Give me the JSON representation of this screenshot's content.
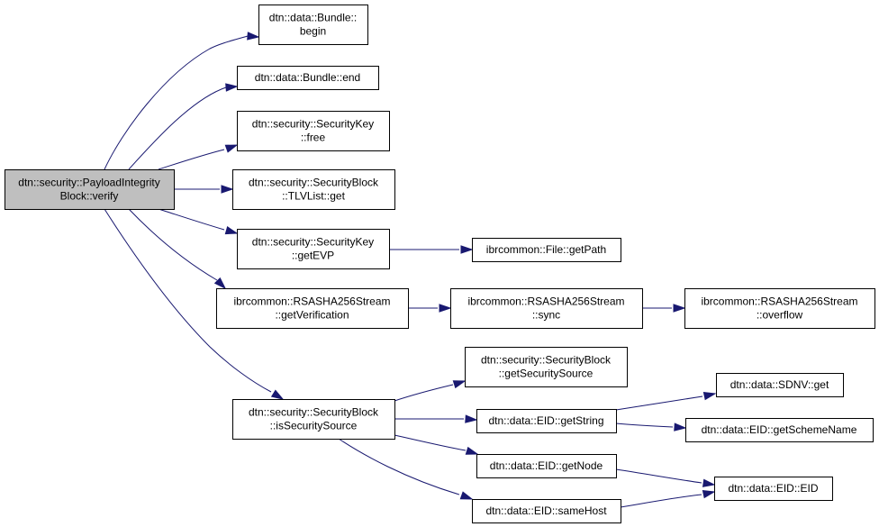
{
  "diagram": {
    "type": "call-graph",
    "colors": {
      "root_fill": "#bfbfbf",
      "node_fill": "#ffffff",
      "node_border": "#000000",
      "edge": "#191970"
    },
    "nodes": [
      {
        "id": "verify",
        "lines": [
          "dtn::security::PayloadIntegrity",
          "Block::verify"
        ],
        "root": true
      },
      {
        "id": "begin",
        "lines": [
          "dtn::data::Bundle::",
          "begin"
        ]
      },
      {
        "id": "end",
        "lines": [
          "dtn::data::Bundle::end"
        ]
      },
      {
        "id": "free",
        "lines": [
          "dtn::security::SecurityKey",
          "::free"
        ]
      },
      {
        "id": "tlvget",
        "lines": [
          "dtn::security::SecurityBlock",
          "::TLVList::get"
        ]
      },
      {
        "id": "getevp",
        "lines": [
          "dtn::security::SecurityKey",
          "::getEVP"
        ]
      },
      {
        "id": "getpath",
        "lines": [
          "ibrcommon::File::getPath"
        ]
      },
      {
        "id": "getverif",
        "lines": [
          "ibrcommon::RSASHA256Stream",
          "::getVerification"
        ]
      },
      {
        "id": "sync",
        "lines": [
          "ibrcommon::RSASHA256Stream",
          "::sync"
        ]
      },
      {
        "id": "overflow",
        "lines": [
          "ibrcommon::RSASHA256Stream",
          "::overflow"
        ]
      },
      {
        "id": "issecsrc",
        "lines": [
          "dtn::security::SecurityBlock",
          "::isSecuritySource"
        ]
      },
      {
        "id": "getsecsrc",
        "lines": [
          "dtn::security::SecurityBlock",
          "::getSecuritySource"
        ]
      },
      {
        "id": "getstring",
        "lines": [
          "dtn::data::EID::getString"
        ]
      },
      {
        "id": "sdnvget",
        "lines": [
          "dtn::data::SDNV::get"
        ]
      },
      {
        "id": "getscheme",
        "lines": [
          "dtn::data::EID::getSchemeName"
        ]
      },
      {
        "id": "getnode",
        "lines": [
          "dtn::data::EID::getNode"
        ]
      },
      {
        "id": "samehost",
        "lines": [
          "dtn::data::EID::sameHost"
        ]
      },
      {
        "id": "eid",
        "lines": [
          "dtn::data::EID::EID"
        ]
      }
    ],
    "edges": [
      {
        "from": "verify",
        "to": "begin"
      },
      {
        "from": "verify",
        "to": "end"
      },
      {
        "from": "verify",
        "to": "free"
      },
      {
        "from": "verify",
        "to": "tlvget"
      },
      {
        "from": "verify",
        "to": "getevp"
      },
      {
        "from": "verify",
        "to": "getverif"
      },
      {
        "from": "verify",
        "to": "issecsrc"
      },
      {
        "from": "getevp",
        "to": "getpath"
      },
      {
        "from": "getverif",
        "to": "sync"
      },
      {
        "from": "sync",
        "to": "overflow"
      },
      {
        "from": "issecsrc",
        "to": "getsecsrc"
      },
      {
        "from": "issecsrc",
        "to": "getstring"
      },
      {
        "from": "issecsrc",
        "to": "getnode"
      },
      {
        "from": "issecsrc",
        "to": "samehost"
      },
      {
        "from": "getstring",
        "to": "sdnvget"
      },
      {
        "from": "getstring",
        "to": "getscheme"
      },
      {
        "from": "getnode",
        "to": "eid"
      },
      {
        "from": "samehost",
        "to": "eid"
      }
    ]
  }
}
